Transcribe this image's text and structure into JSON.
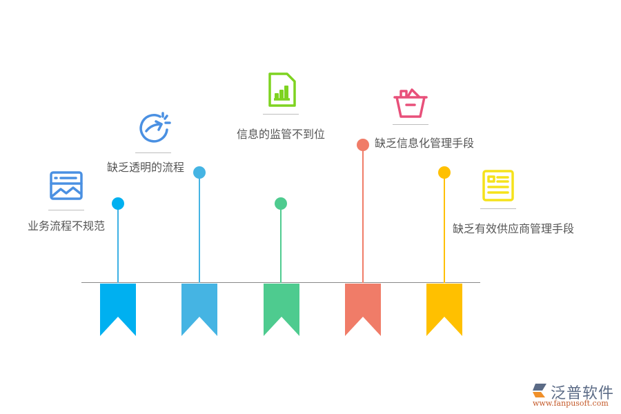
{
  "diagram": {
    "title": "",
    "items": [
      {
        "label": "业务流程不规范",
        "icon": "browser-image-icon",
        "color": "#00B0F0",
        "stem_color": "#3CB0E4"
      },
      {
        "label": "缺乏透明的流程",
        "icon": "clock-arrow-icon",
        "color": "#45B4E3",
        "stem_color": "#45B4E3"
      },
      {
        "label": "信息的监管不到位",
        "icon": "document-chart-icon",
        "color": "#4ECB8F",
        "stem_color": "#4ECB8F"
      },
      {
        "label": "缺乏信息化管理手段",
        "icon": "basket-icon",
        "color": "#F07C68",
        "stem_color": "#F07C68"
      },
      {
        "label": "缺乏有效供应商管理手段",
        "icon": "article-icon",
        "color": "#FFC000",
        "stem_color": "#FFC000"
      }
    ],
    "icon_colors": [
      "#4A90E2",
      "#4A90E2",
      "#7ED321",
      "#E8507A",
      "#F5E21B"
    ]
  },
  "logo": {
    "name": "泛普软件",
    "url": "www.fanpusoft.com"
  }
}
